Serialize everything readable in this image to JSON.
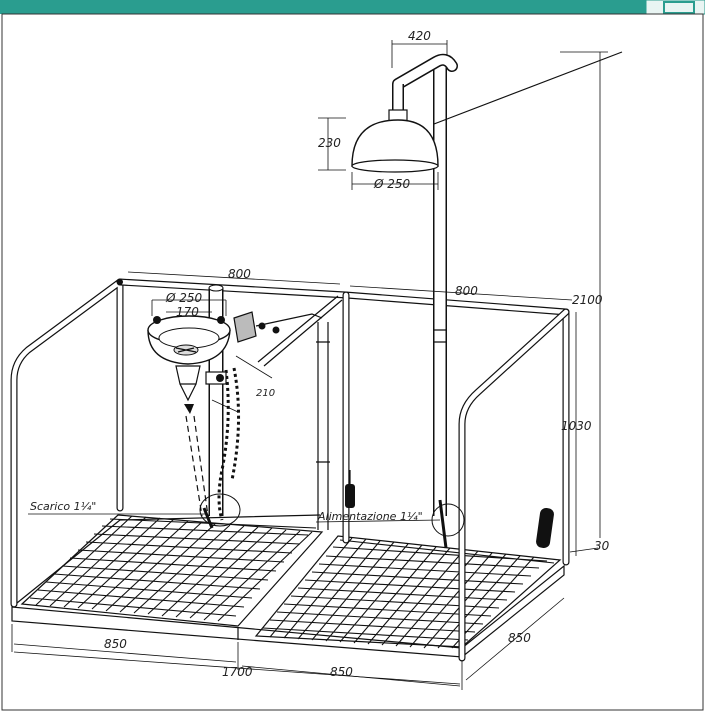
{
  "header": {
    "bar_color": "#2a9d8f"
  },
  "labels": {
    "scarico": "Scarico 1¼\"",
    "alimentazione": "Alimentazione 1¼\""
  },
  "dimensions": {
    "shower_arm": "420",
    "shower_head_height": "230",
    "shower_head_diameter": "Ø 250",
    "total_height": "2100",
    "frame_left_width": "800",
    "frame_right_width": "800",
    "basin_diameter": "Ø 250",
    "basin_inner": "170",
    "basin_projection": "210",
    "rail_height": "1030",
    "base_height": "30",
    "grate_left_width": "850",
    "grate_right_width": "850",
    "total_width": "1700",
    "depth": "850"
  }
}
